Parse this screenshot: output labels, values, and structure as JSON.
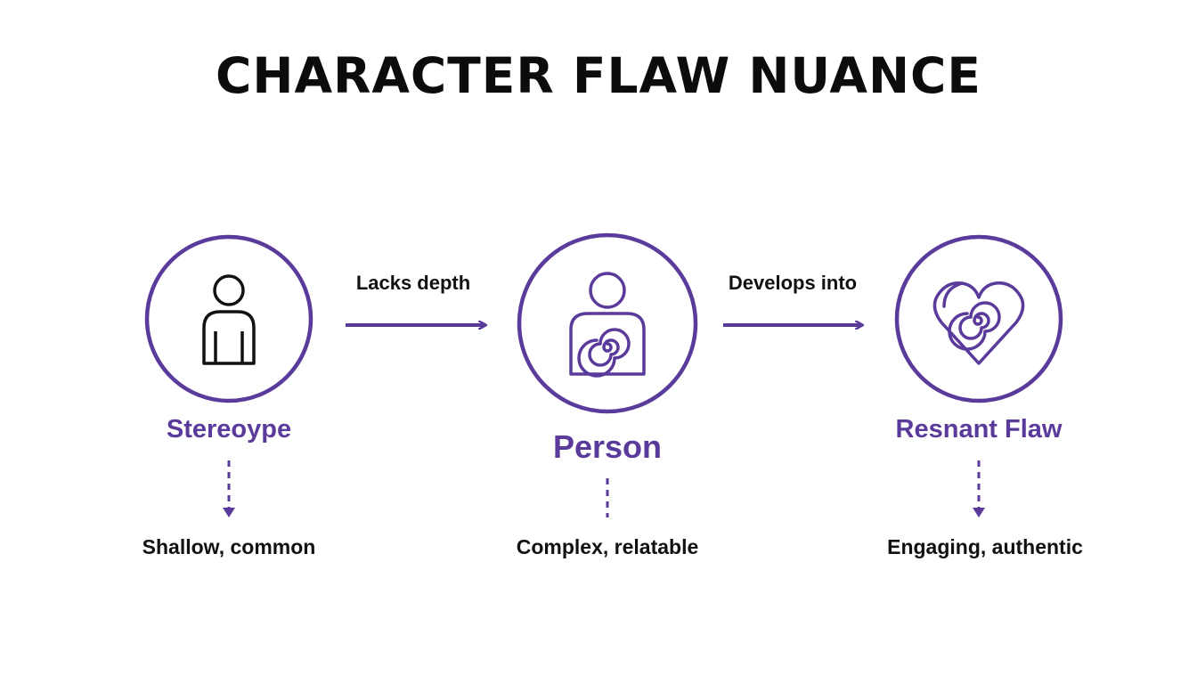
{
  "title": "CHARACTER FLAW NUANCE",
  "colors": {
    "accent": "#5a3a9a",
    "text": "#111111",
    "background": "#ffffff"
  },
  "nodes": [
    {
      "label": "Stereoype",
      "description": "Shallow, common",
      "icon": "person-outline-icon"
    },
    {
      "label": "Person",
      "description": "Complex, relatable",
      "icon": "person-spiral-icon"
    },
    {
      "label": "Resnant Flaw",
      "description": "Engaging, authentic",
      "icon": "heart-spiral-icon"
    }
  ],
  "edges": [
    {
      "label": "Lacks depth"
    },
    {
      "label": "Develops into"
    }
  ]
}
